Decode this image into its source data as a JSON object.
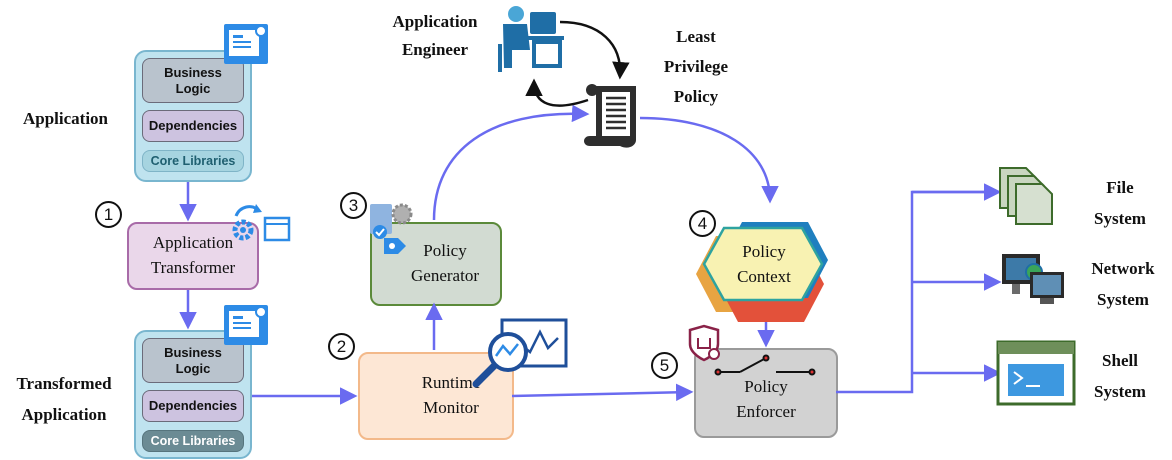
{
  "application": {
    "label": "Application",
    "business_logic": "Business Logic",
    "dependencies": "Dependencies",
    "core_libraries": "Core Libraries"
  },
  "transformed_application": {
    "label_line1": "Transformed",
    "label_line2": "Application",
    "business_logic": "Business Logic",
    "dependencies": "Dependencies",
    "core_libraries": "Core Libraries"
  },
  "steps": [
    "1",
    "2",
    "3",
    "4",
    "5"
  ],
  "application_transformer": {
    "line1": "Application",
    "line2": "Transformer"
  },
  "runtime_monitor": {
    "line1": "Runtime",
    "line2": "Monitor"
  },
  "policy_generator": {
    "line1": "Policy",
    "line2": "Generator"
  },
  "policy_context": {
    "line1": "Policy",
    "line2": "Context"
  },
  "policy_enforcer": {
    "line1": "Policy",
    "line2": "Enforcer"
  },
  "application_engineer": {
    "line1": "Application",
    "line2": "Engineer"
  },
  "least_privilege_policy": {
    "line1": "Least",
    "line2": "Privilege",
    "line3": "Policy"
  },
  "targets": {
    "file": {
      "line1": "File",
      "line2": "System"
    },
    "network": {
      "line1": "Network",
      "line2": "System"
    },
    "shell": {
      "line1": "Shell",
      "line2": "System"
    }
  },
  "colors": {
    "arrow": "#6a6bf0",
    "stack_fill": "#bfe3ef",
    "transformer_fill": "#ead7ea",
    "monitor_fill": "#fde7d5",
    "generator_fill": "#d2dbd2",
    "context_fill": "#f8f2b2",
    "enforcer_fill": "#d2d2d2"
  }
}
